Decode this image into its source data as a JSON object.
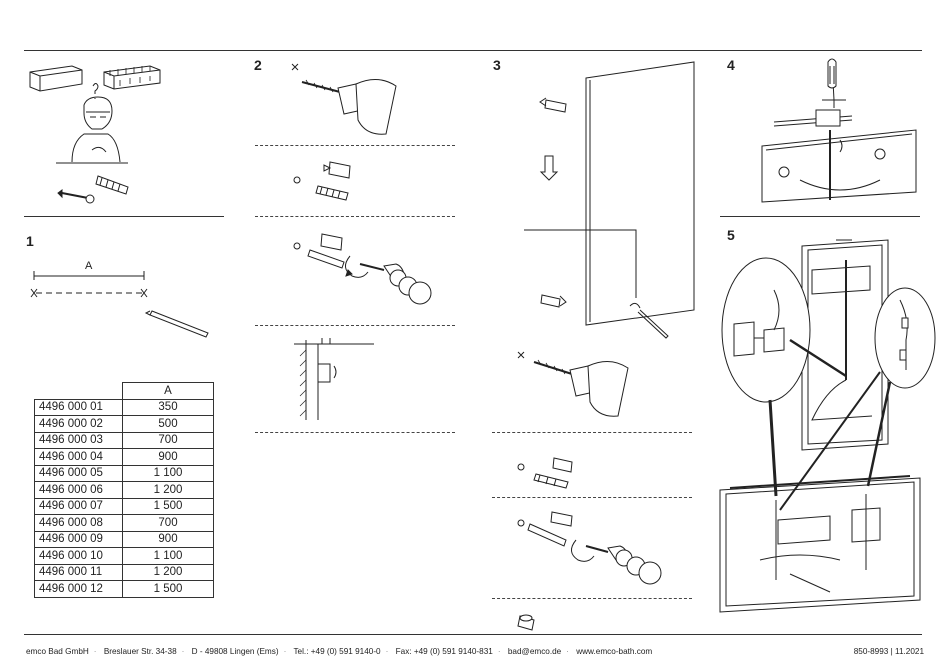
{
  "steps": [
    "1",
    "2",
    "3",
    "4",
    "5"
  ],
  "dimension_label": "A",
  "table": {
    "header": "A",
    "rows": [
      {
        "code": "4496 000 01",
        "value": "350"
      },
      {
        "code": "4496 000 02",
        "value": "500"
      },
      {
        "code": "4496 000 03",
        "value": "700"
      },
      {
        "code": "4496 000 04",
        "value": "900"
      },
      {
        "code": "4496 000 05",
        "value": "1 100"
      },
      {
        "code": "4496 000 06",
        "value": "1 200"
      },
      {
        "code": "4496 000 07",
        "value": "1 500"
      },
      {
        "code": "4496 000 08",
        "value": "700"
      },
      {
        "code": "4496 000 09",
        "value": "900"
      },
      {
        "code": "4496 000 10",
        "value": "1 100"
      },
      {
        "code": "4496 000 11",
        "value": "1 200"
      },
      {
        "code": "4496 000 12",
        "value": "1 500"
      }
    ]
  },
  "footer": {
    "company": "emco Bad GmbH",
    "street": "Breslauer Str. 34-38",
    "city": "D - 49808 Lingen (Ems)",
    "tel": "Tel.: +49 (0) 591 9140-0",
    "fax": "Fax: +49 (0) 591 9140-831",
    "email": "bad@emco.de",
    "web": "www.emco-bath.com",
    "doc_number": "850-8993 | 11.2021"
  }
}
